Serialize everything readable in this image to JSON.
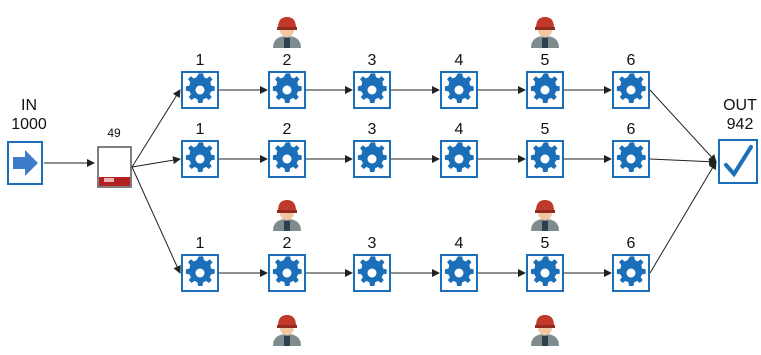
{
  "input": {
    "label": "IN",
    "count": "1000",
    "icon": "arrow-right-icon"
  },
  "output": {
    "label": "OUT",
    "count": "942",
    "icon": "checkmark-icon"
  },
  "buffer": {
    "count": "49",
    "icon": "buffer-gauge-icon"
  },
  "station_icon": "gear-icon",
  "worker_icon": "worker-icon",
  "lines": [
    {
      "stations": [
        "1",
        "2",
        "3",
        "4",
        "5",
        "6"
      ]
    },
    {
      "stations": [
        "1",
        "2",
        "3",
        "4",
        "5",
        "6"
      ]
    },
    {
      "stations": [
        "1",
        "2",
        "3",
        "4",
        "5",
        "6"
      ]
    }
  ],
  "colors": {
    "accent": "#1a6fb8",
    "box_border": "#1a6fb8",
    "worker_cap": "#c0392b",
    "worker_body": "#7f8c8d",
    "buffer_fill": "#b22222"
  }
}
